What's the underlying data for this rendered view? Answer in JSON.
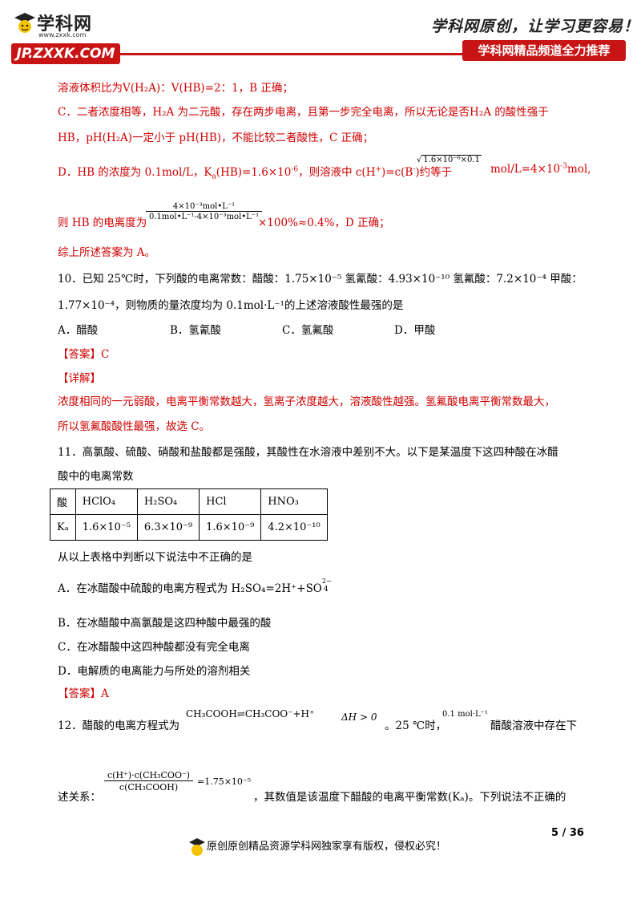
{
  "header": {
    "logo_text": "学科网",
    "logo_url": "www.zxxk.com",
    "jp_label": "JP.ZXXK.COM",
    "slogan": "学科网原创，让学习更容易！",
    "recommend": "学科网精品频道全力推荐"
  },
  "lines": {
    "l1": "溶液体积比为V(H₂A)：V(HB)=2：1，B 正确；",
    "l2": "C．二者浓度相等，H₂A 为二元酸，存在两步电离，且第一步完全电离，所以无论是否H₂A 的酸性强于",
    "l3": "HB，pH(H₂A)一定小于 pH(HB)，不能比较二者酸性，C 正确；",
    "l4a": "D．HB 的浓度为 0.1mol/L，K",
    "l4b": "a",
    "l4c": "(HB)=1.6×10",
    "l4d": "-6",
    "l4e": "，则溶液中 c(H",
    "l4f": "+",
    "l4g": ")=c(B",
    "l4h": "-",
    "l4i": ")约等于",
    "l4j": "mol/L=4×10",
    "l4k": "-3",
    "l4l": "mol,",
    "sqrt_content": "1.6×10⁻⁶×0.1",
    "l5a": "则 HB 的电离度为",
    "frac1_num": "4×10⁻³mol•L⁻¹",
    "frac1_den": "0.1mol•L⁻¹-4×10⁻³mol•L⁻¹",
    "l5b": "×100%≈0.4%，D 正确；",
    "l6": "综上所述答案为 A。",
    "q10_a": "10．已知 25℃时，下列酸的电离常数：醋酸：1.75×10⁻⁵  氢氰酸：4.93×10⁻¹⁰ 氢氟酸：7.2×10⁻⁴ 甲酸：",
    "q10_b": "1.77×10⁻⁴，则物质的量浓度均为 0.1mol·L⁻¹的上述溶液酸性最强的是",
    "q10_optA": "A．醋酸",
    "q10_optB": "B．氢氰酸",
    "q10_optC": "C．氢氟酸",
    "q10_optD": "D．甲酸",
    "q10_answer": "【答案】C",
    "q10_detail": "【详解】",
    "q10_exp1": "浓度相同的一元弱酸，电离平衡常数越大，氢离子浓度越大，溶液酸性越强。氢氟酸电离平衡常数最大，",
    "q10_exp2": "所以氢氟酸酸性最强，故选 C。",
    "q11_a": "11．高氯酸、硫酸、硝酸和盐酸都是强酸，其酸性在水溶液中差别不大。以下是某温度下这四种酸在冰醋",
    "q11_b": "酸中的电离常数",
    "q11_c": "从以上表格中判断以下说法中不正确的是",
    "q11_optA": "A．在冰醋酸中硫酸的电离方程式为 H₂SO₄=2H⁺+SO",
    "q11_optA_sup": "2−",
    "q11_optA_sub": "4",
    "q11_optB": "B．在冰醋酸中高氯酸是这四种酸中最强的酸",
    "q11_optC": "C．在冰醋酸中这四种酸都没有完全电离",
    "q11_optD": "D．电解质的电离能力与所处的溶剂相关",
    "q11_answer": "【答案】A",
    "q12_a": "12．醋酸的电离方程式为",
    "q12_eq": "CH₃COOH⇌CH₃COO⁻+H⁺",
    "q12_dh": "ΔH > 0",
    "q12_b": "。25 ℃时，",
    "q12_conc": "0.1 mol·L⁻¹",
    "q12_c": "醋酸溶液中存在下",
    "q12_d": "述关系：",
    "frac2_num": "c(H⁺)·c(CH₃COO⁻)",
    "frac2_den": "c(CH₃COOH)",
    "q12_val": "=1.75×10⁻⁵",
    "q12_e": "，其数值是该温度下醋酸的电离平衡常数(Kₐ)。下列说法不正确的"
  },
  "table": {
    "rows": [
      [
        "酸",
        "HClO₄",
        "H₂SO₄",
        "HCl",
        "HNO₃"
      ],
      [
        "Kₐ",
        "1.6×10⁻⁵",
        "6.3×10⁻⁹",
        "1.6×10⁻⁹",
        "4.2×10⁻¹⁰"
      ]
    ]
  },
  "footer": {
    "page": "5 / 36",
    "copyright": "原创原创精品资源学科网独家享有版权，侵权必究！"
  }
}
